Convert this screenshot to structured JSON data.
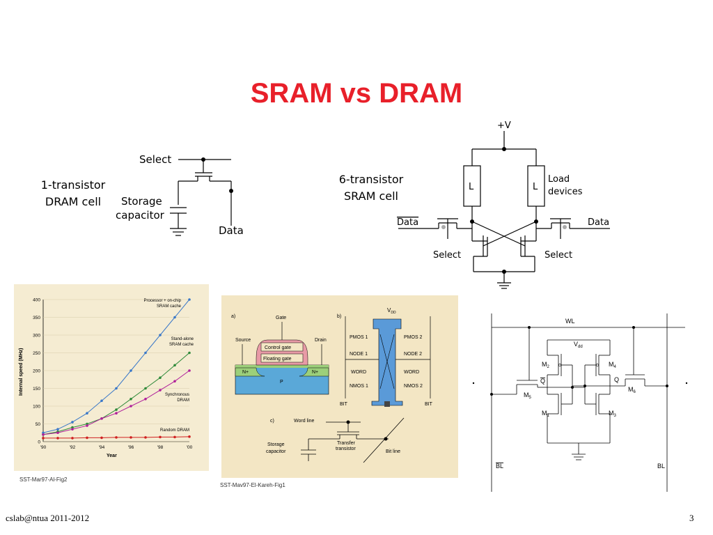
{
  "slide": {
    "title": "SRAM vs DRAM",
    "footer_left": "cslab@ntua 2011-2012",
    "page_number": "3"
  },
  "dram_cell": {
    "caption_line1": "1-transistor",
    "caption_line2": "DRAM cell",
    "select_label": "Select",
    "storage_label_line1": "Storage",
    "storage_label_line2": "capacitor",
    "data_label": "Data"
  },
  "sram_cell": {
    "caption_line1": "6-transistor",
    "caption_line2": "SRAM cell",
    "vplus_label": "+V",
    "load_left": "L",
    "load_right": "L",
    "load_label_line1": "Load",
    "load_label_line2": "devices",
    "data_bar_label": "Data",
    "data_label": "Data",
    "select_left": "Select",
    "select_right": "Select"
  },
  "speed_chart": {
    "chart_data": {
      "type": "line",
      "xlabel": "Year",
      "ylabel": "Internal speed (MHz)",
      "x": [
        "'90",
        "'91",
        "'92",
        "'93",
        "'94",
        "'95",
        "'96",
        "'97",
        "'98",
        "'99",
        "'00"
      ],
      "x_tick_labels": [
        "'90",
        "'92",
        "'94",
        "'96",
        "'98",
        "'00"
      ],
      "y_tick_labels": [
        "0",
        "50",
        "100",
        "150",
        "200",
        "250",
        "300",
        "350",
        "400"
      ],
      "ylim": [
        0,
        400
      ],
      "series": [
        {
          "name": "Processor + on-chip SRAM cache",
          "color": "#3a78c8",
          "values": [
            25,
            35,
            55,
            80,
            115,
            150,
            200,
            250,
            300,
            350,
            400
          ]
        },
        {
          "name": "Stand-alone SRAM cache",
          "color": "#2f8a3a",
          "values": [
            20,
            28,
            40,
            50,
            65,
            90,
            120,
            150,
            180,
            215,
            250
          ]
        },
        {
          "name": "Synchronous DRAM",
          "color": "#b0209a",
          "values": [
            20,
            25,
            35,
            45,
            65,
            80,
            100,
            120,
            145,
            170,
            200
          ]
        },
        {
          "name": "Random DRAM",
          "color": "#d02020",
          "values": [
            10,
            10,
            10,
            11,
            11,
            12,
            12,
            12,
            13,
            13,
            14
          ]
        }
      ],
      "legend_labels": [
        {
          "line1": "Processor + on-chip",
          "line2": "SRAM cache"
        },
        {
          "line1": "Stand-alone",
          "line2": "SRAM cache"
        },
        {
          "line1": "Synchronous",
          "line2": "DRAM"
        },
        {
          "line1": "Random DRAM",
          "line2": ""
        }
      ]
    },
    "source_note": "SST-Mar97-Al-Fig2"
  },
  "eeprom_figure": {
    "panel_a": "a)",
    "panel_b": "b)",
    "panel_c": "c)",
    "gate": "Gate",
    "source": "Source",
    "drain": "Drain",
    "control_gate": "Control gate",
    "floating_gate": "Floating gate",
    "n_plus_left": "N+",
    "n_plus_right": "N+",
    "p_substrate": "P",
    "vdd": "V",
    "vdd_sub": "DD",
    "pmos1": "PMOS 1",
    "pmos2": "PMOS 2",
    "node1": "NODE 1",
    "node2": "NODE 2",
    "word_left": "WORD",
    "word_right": "WORD",
    "nmos1": "NMOS 1",
    "nmos2": "NMOS 2",
    "bit": "BIT",
    "bit_bar": "BIT",
    "word_line": "Word line",
    "transfer_line1": "Transfer",
    "transfer_line2": "transistor",
    "storage_line1": "Storage",
    "storage_line2": "capacitor",
    "bit_line": "Bit line",
    "source_note": "SST-Mav97-El-Kareh-Fig1"
  },
  "sram6t_schematic": {
    "wl": "WL",
    "vdd": "V",
    "vdd_sub": "dd",
    "m2": "M",
    "m2_sub": "2",
    "m4": "M",
    "m4_sub": "4",
    "m5": "M",
    "m5_sub": "5",
    "m6": "M",
    "m6_sub": "6",
    "m1": "M",
    "m1_sub": "1",
    "m3": "M",
    "m3_sub": "3",
    "q_bar": "Q",
    "q": "Q",
    "bl_bar": "BL",
    "bl": "BL"
  },
  "colors": {
    "title": "#e8202a",
    "chart_bg": "#f5ecd2",
    "figure_bg": "#f3e6c4",
    "gate_pink": "#e89aa6",
    "oxide_green": "#9ccf7a",
    "substrate_blue": "#5aa8d8",
    "sram_layout_blue": "#5a9ad8"
  }
}
